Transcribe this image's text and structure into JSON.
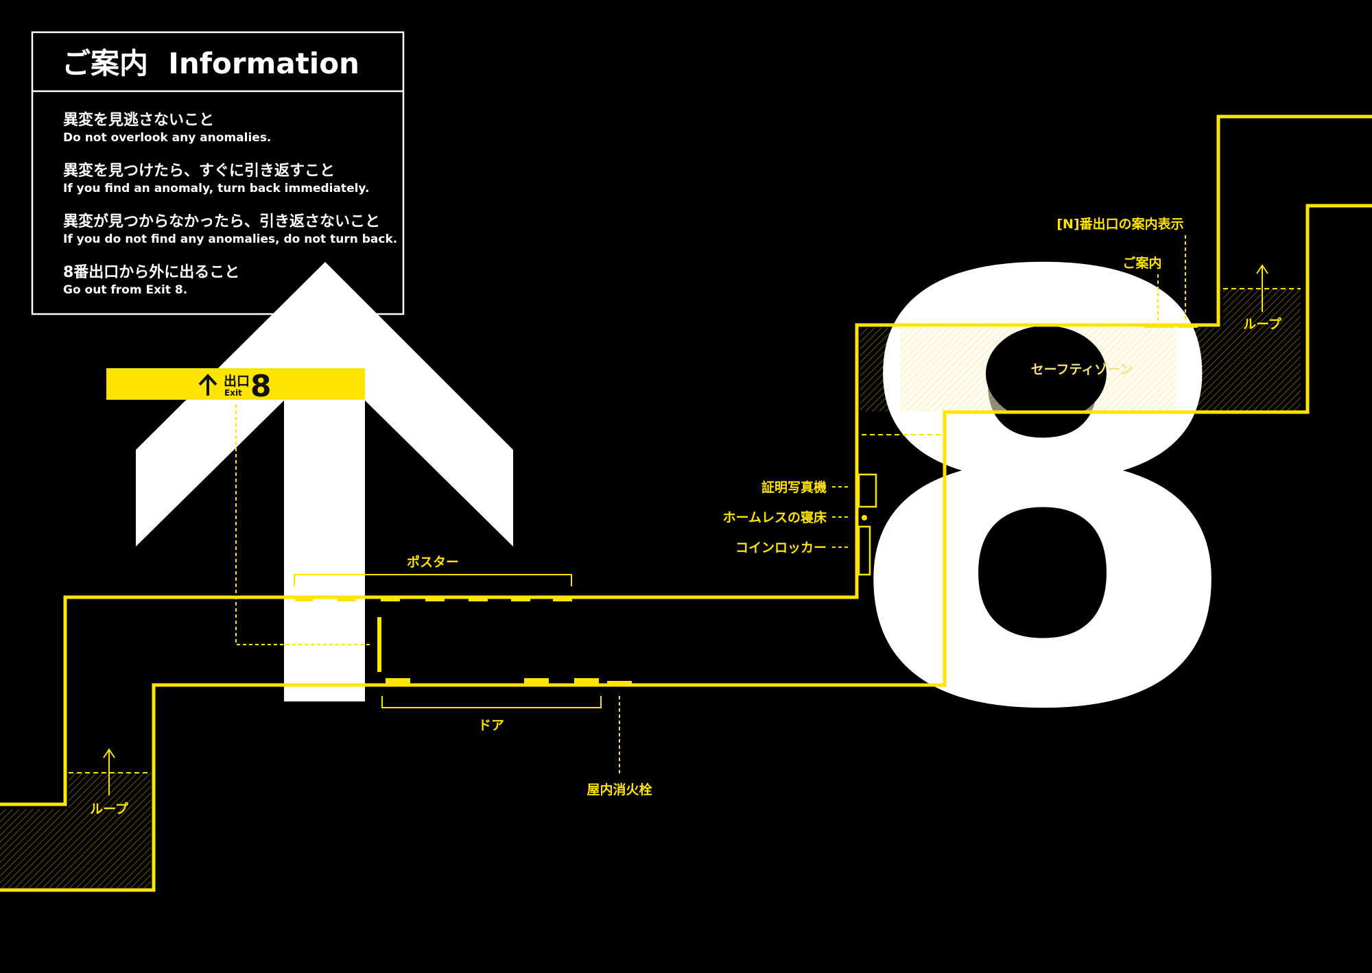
{
  "colors": {
    "background": "#000000",
    "accent": "#FFE400",
    "foreground": "#FFFFFF"
  },
  "info_panel": {
    "title": "ご案内  Information",
    "rules": [
      {
        "ja": "異変を見逃さないこと",
        "en": "Do not overlook any anomalies."
      },
      {
        "ja": "異変を見つけたら、すぐに引き返すこと",
        "en": "If you find an anomaly, turn back immediately."
      },
      {
        "ja": "異変が見つからなかったら、引き返さないこと",
        "en": "If you do not find any anomalies, do not turn back."
      },
      {
        "ja": "8番出口から外に出ること",
        "en": "Go out from Exit 8."
      }
    ]
  },
  "exit_sign": {
    "arrow_icon": "up-arrow-icon",
    "ja": "出口",
    "en": "Exit",
    "number": "8"
  },
  "big_number": "8",
  "labels": {
    "poster": "ポスター",
    "door": "ドア",
    "hydrant": "屋内消火栓",
    "loop_left": "ループ",
    "loop_right": "ループ",
    "safe_zone": "セーフティゾーン",
    "exit_n_sign": "[N]番出口の案内表示",
    "information": "ご案内",
    "photo_booth": "証明写真機",
    "homeless_bed": "ホームレスの寝床",
    "coin_locker": "コインロッカー"
  }
}
